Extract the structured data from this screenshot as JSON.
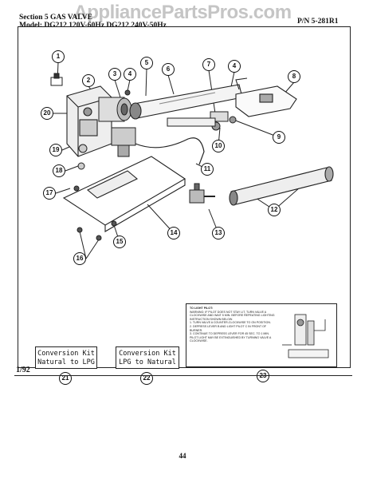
{
  "watermark": "AppliancePartsPros.com",
  "header": {
    "section_title": "Section 5 GAS VALVE",
    "model_line": "Model: DG212 120V-60Hz DG212 240V-50Hz",
    "part_number": "P/N 5-281R1"
  },
  "callouts": {
    "c1": "1",
    "c2": "2",
    "c3": "3",
    "c4": "4",
    "c5": "5",
    "c6": "6",
    "c7": "7",
    "c8": "8",
    "c9": "9",
    "c10": "10",
    "c11": "11",
    "c12": "12",
    "c13": "13",
    "c14": "14",
    "c15": "15",
    "c16": "16",
    "c17": "17",
    "c18": "18",
    "c19": "19",
    "c20": "20",
    "c21": "21",
    "c22": "22",
    "c23": "23"
  },
  "kits": {
    "kit21": {
      "line1": "Conversion Kit",
      "line2": "Natural to LPG"
    },
    "kit22": {
      "line1": "Conversion Kit",
      "line2": "LPG to Natural"
    }
  },
  "instructions": {
    "title": "TO LIGHT PILOT:",
    "warning": "WARNING: IF PILOT DOES NOT STAY LIT, TURN VALVE A CLOCKWISE AND WAIT 5 MIN. BEFORE REPEATING LIGHTING INSTRUCTION SHOWN BELOW.",
    "step1": "1. TURN VALVE A COUNTER-CLOCKWISE TO ON POSITION.",
    "step2": "2. DEPRESS LEVER B AND LIGHT PILOT C IN FRONT OF BURNER.",
    "step3": "3. CONTINUE TO DEPRESS LEVER FOR 45 SEC. TO 1 MIN.",
    "step4": "PILOT LIGHT MAY BE EXTINGUISHED BY TURNING VALVE A CLOCKWISE."
  },
  "footer": {
    "date": "1/92",
    "page": "44"
  }
}
